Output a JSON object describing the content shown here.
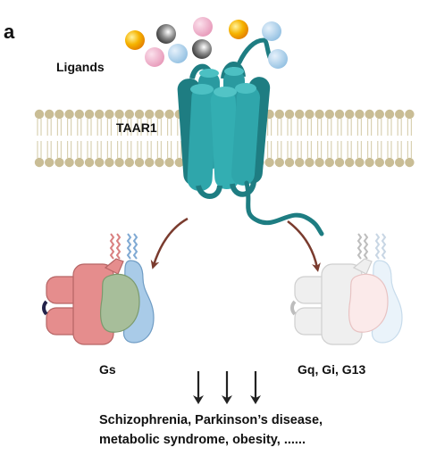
{
  "panel_label": "a",
  "labels": {
    "ligands": "Ligands",
    "receptor": "TAAR1",
    "gs": "Gs",
    "others": "Gq, Gi, G13"
  },
  "diseases": {
    "line1": "Schizophrenia,  Parkinson’s disease,",
    "line2": "metabolic syndrome, obesity, ......"
  },
  "colors": {
    "receptor": "#2a9aa0",
    "receptor_dark": "#1e7d82",
    "membrane_head": "#c9bd95",
    "membrane_tail": "#d9d1b2",
    "gs_red": "#e58d8d",
    "gs_green": "#a7be9a",
    "gs_blue": "#a9cbe8",
    "inactive": "#eeeeee",
    "arrow": "#7a3b2e"
  },
  "ligand_colors": [
    "orange-yellow",
    "gray-black",
    "pink",
    "light-blue"
  ]
}
